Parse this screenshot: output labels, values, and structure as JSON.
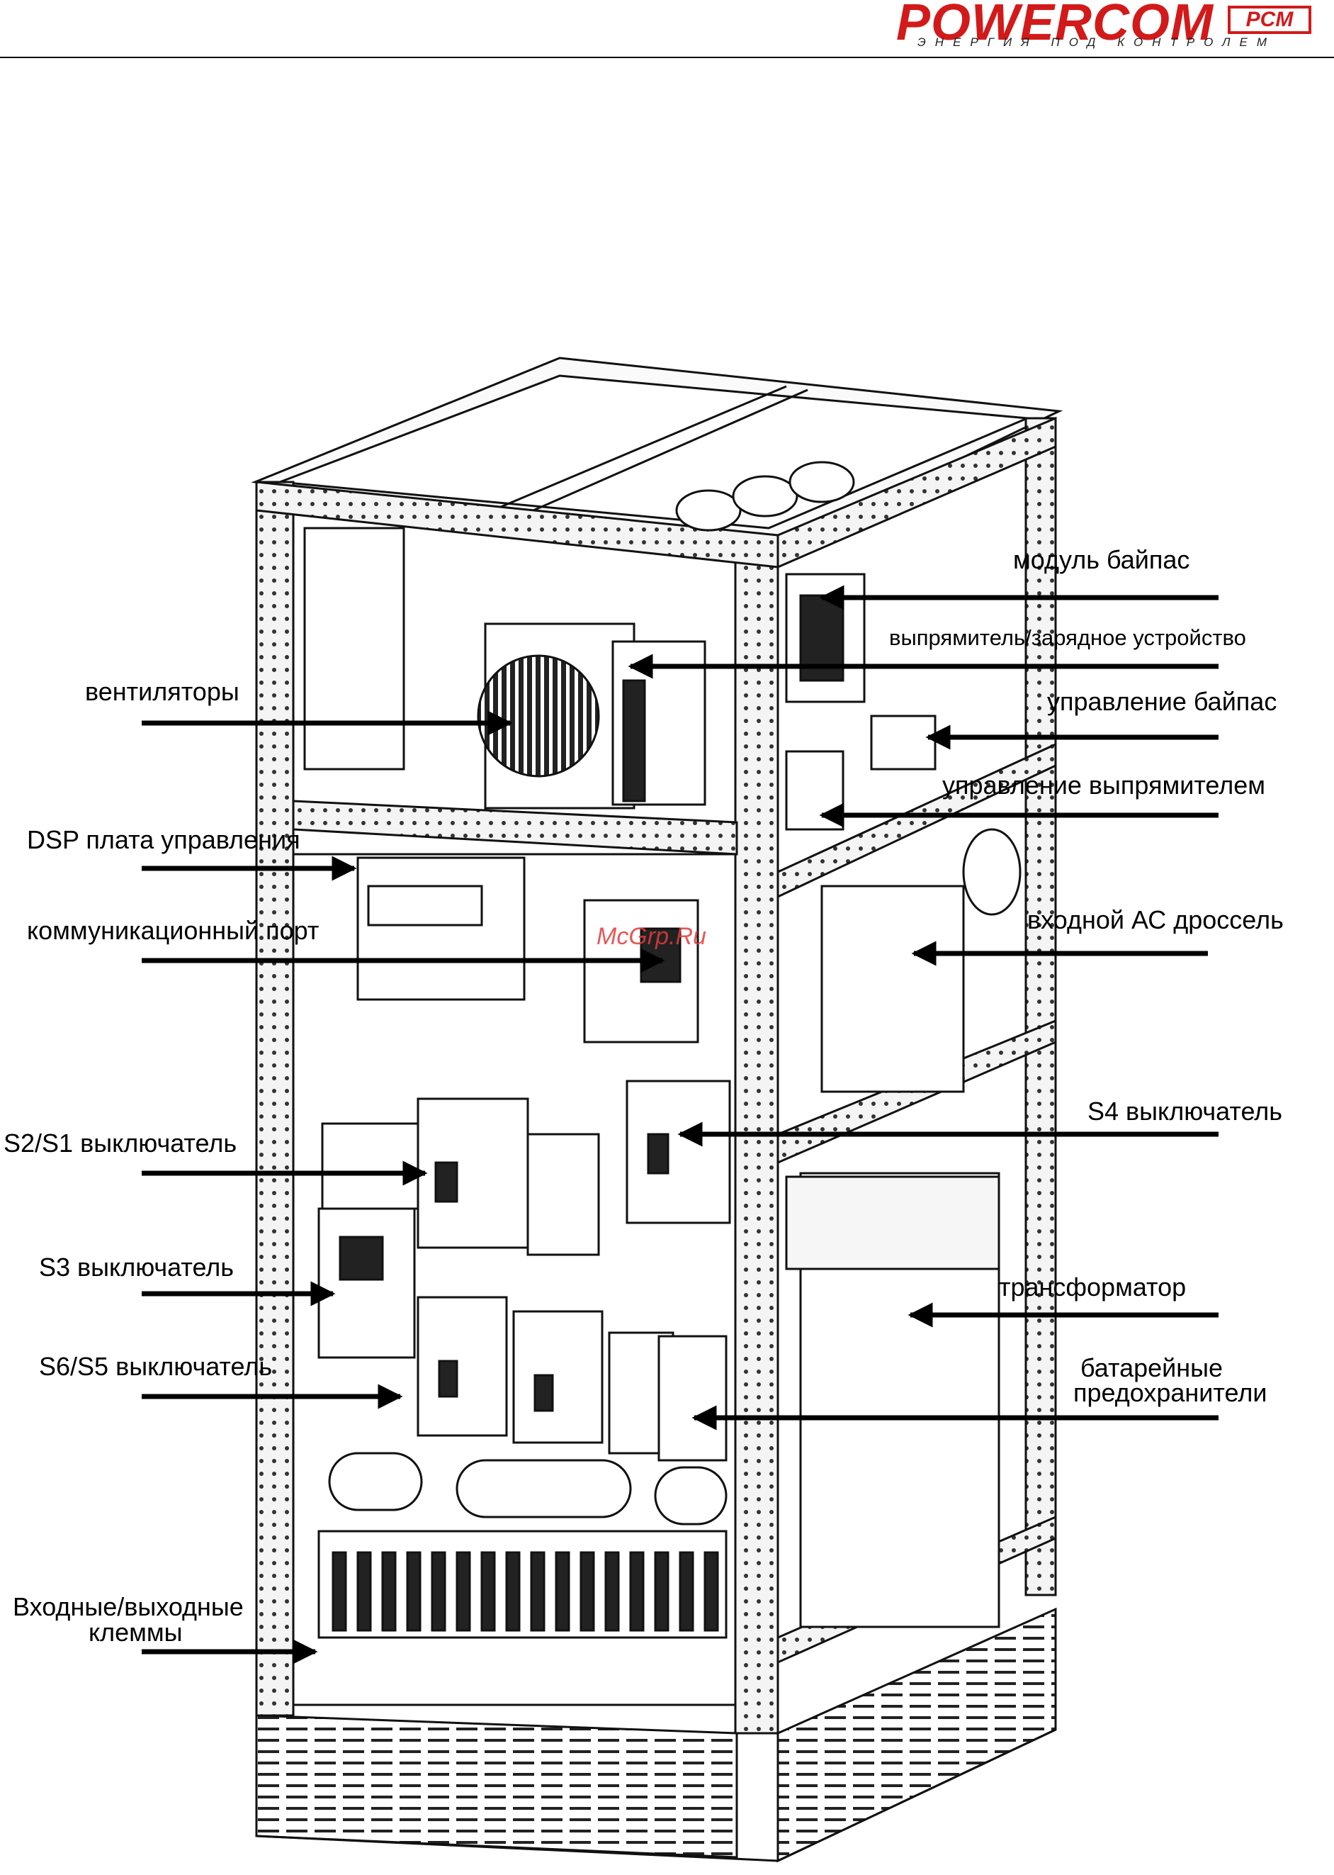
{
  "header": {
    "logo_word": "POWERCOM",
    "logo_badge": "PCM",
    "tagline": "ЭНЕРГИЯ ПОД КОНТРОЛЕМ"
  },
  "watermark": "McGrp.Ru",
  "callouts": {
    "bypass_module": "модуль байпас",
    "rectifier_charger": "выпрямитель/зарядное устройство",
    "bypass_control": "управление байпас",
    "rectifier_control": "управление выпрямителем",
    "input_ac_choke": "входной АС дроссель",
    "s4_switch": "S4 выключатель",
    "transformer": "трансформатор",
    "battery_fuses_line1": "батарейные",
    "battery_fuses_line2": "предохранители",
    "fans": "вентиляторы",
    "dsp_board": "DSP плата управления",
    "comm_port": "коммуникационный порт",
    "s2_s1_switch": "S2/S1 выключатель",
    "s3_switch": "S3 выключатель",
    "s6_s5_switch": "S6/S5 выключатель",
    "io_terminals_line1": "Входные/выходные",
    "io_terminals_line2": "клеммы"
  }
}
